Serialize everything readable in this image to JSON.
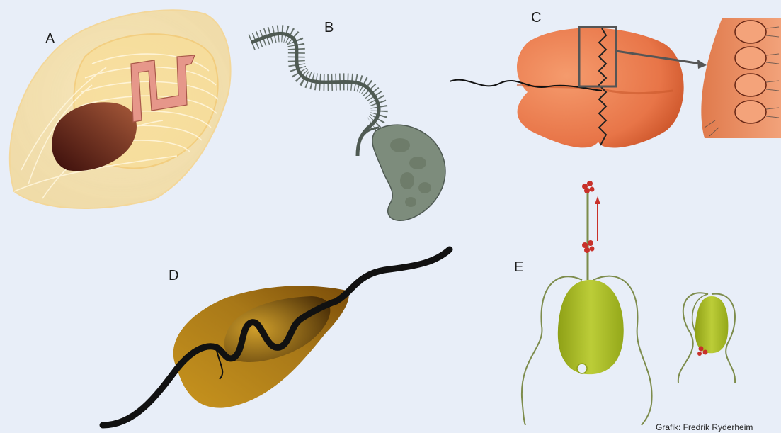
{
  "labels": {
    "a": "A",
    "b": "B",
    "c": "C",
    "d": "D",
    "e": "E"
  },
  "credit": "Grafik: Fredrik Ryderheim",
  "colors": {
    "background": "#e8eef8",
    "lorica": "#f7d98a",
    "nucleus": "#6a2a1c",
    "ribbon": "#e6978a",
    "hairy_flagellum": "#555f58",
    "green_cell": "#7d8c7c",
    "dinoflagellate": "#e4774b",
    "euglenoid": "#b0801c",
    "flagellum_black": "#111111",
    "chlamy_green": "#a3b81c",
    "particle_red": "#c8302a"
  }
}
